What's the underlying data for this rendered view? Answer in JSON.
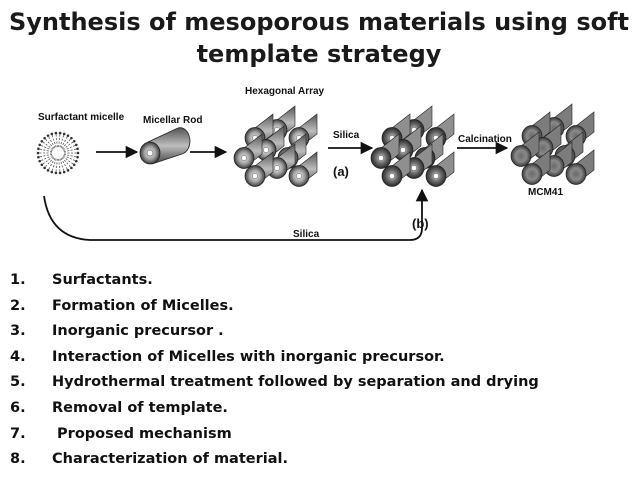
{
  "title": {
    "line1": "Synthesis of mesoporous materials using soft",
    "line2": "template strategy"
  },
  "diagram": {
    "labels": {
      "surfactant_micelle": "Surfactant micelle",
      "micellar_rod": "Micellar Rod",
      "hexagonal_array": "Hexagonal Array",
      "silica_top": "Silica",
      "calcination": "Calcination",
      "path_a": "(a)",
      "path_b": "(b)",
      "silica_bottom": "Silica",
      "mcm41": "MCM41"
    }
  },
  "steps": [
    {
      "num": "1.",
      "text": "Surfactants."
    },
    {
      "num": "2.",
      "text": "Formation of Micelles."
    },
    {
      "num": "3.",
      "text": "Inorganic precursor ."
    },
    {
      "num": "4.",
      "text": "Interaction of Micelles with inorganic precursor."
    },
    {
      "num": "5.",
      "text": "Hydrothermal treatment followed by separation and drying"
    },
    {
      "num": "6.",
      "text": "Removal of template."
    },
    {
      "num": "7.",
      "text": " Proposed mechanism"
    },
    {
      "num": "8.",
      "text": "Characterization of material."
    }
  ]
}
